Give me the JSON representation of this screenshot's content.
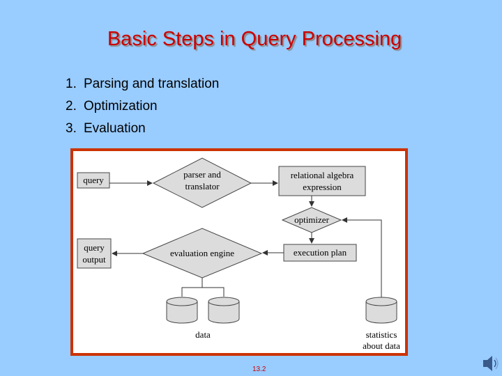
{
  "slide": {
    "title": "Basic Steps in Query Processing",
    "steps": [
      {
        "num": "1.",
        "text": "Parsing and translation"
      },
      {
        "num": "2.",
        "text": "Optimization"
      },
      {
        "num": "3.",
        "text": "Evaluation"
      }
    ],
    "page_number": "13.2"
  },
  "diagram": {
    "query": "query",
    "parser_line1": "parser and",
    "parser_line2": "translator",
    "relational_line1": "relational algebra",
    "relational_line2": "expression",
    "optimizer": "optimizer",
    "execution_plan": "execution plan",
    "evaluation_engine": "evaluation engine",
    "query_output_line1": "query",
    "query_output_line2": "output",
    "data": "data",
    "statistics_line1": "statistics",
    "statistics_line2": "about data"
  },
  "colors": {
    "background": "#99ccff",
    "title": "#cc0000",
    "frame": "#cc3300",
    "shape_fill": "#dcdcdc"
  },
  "icons": [
    "speaker-icon"
  ]
}
